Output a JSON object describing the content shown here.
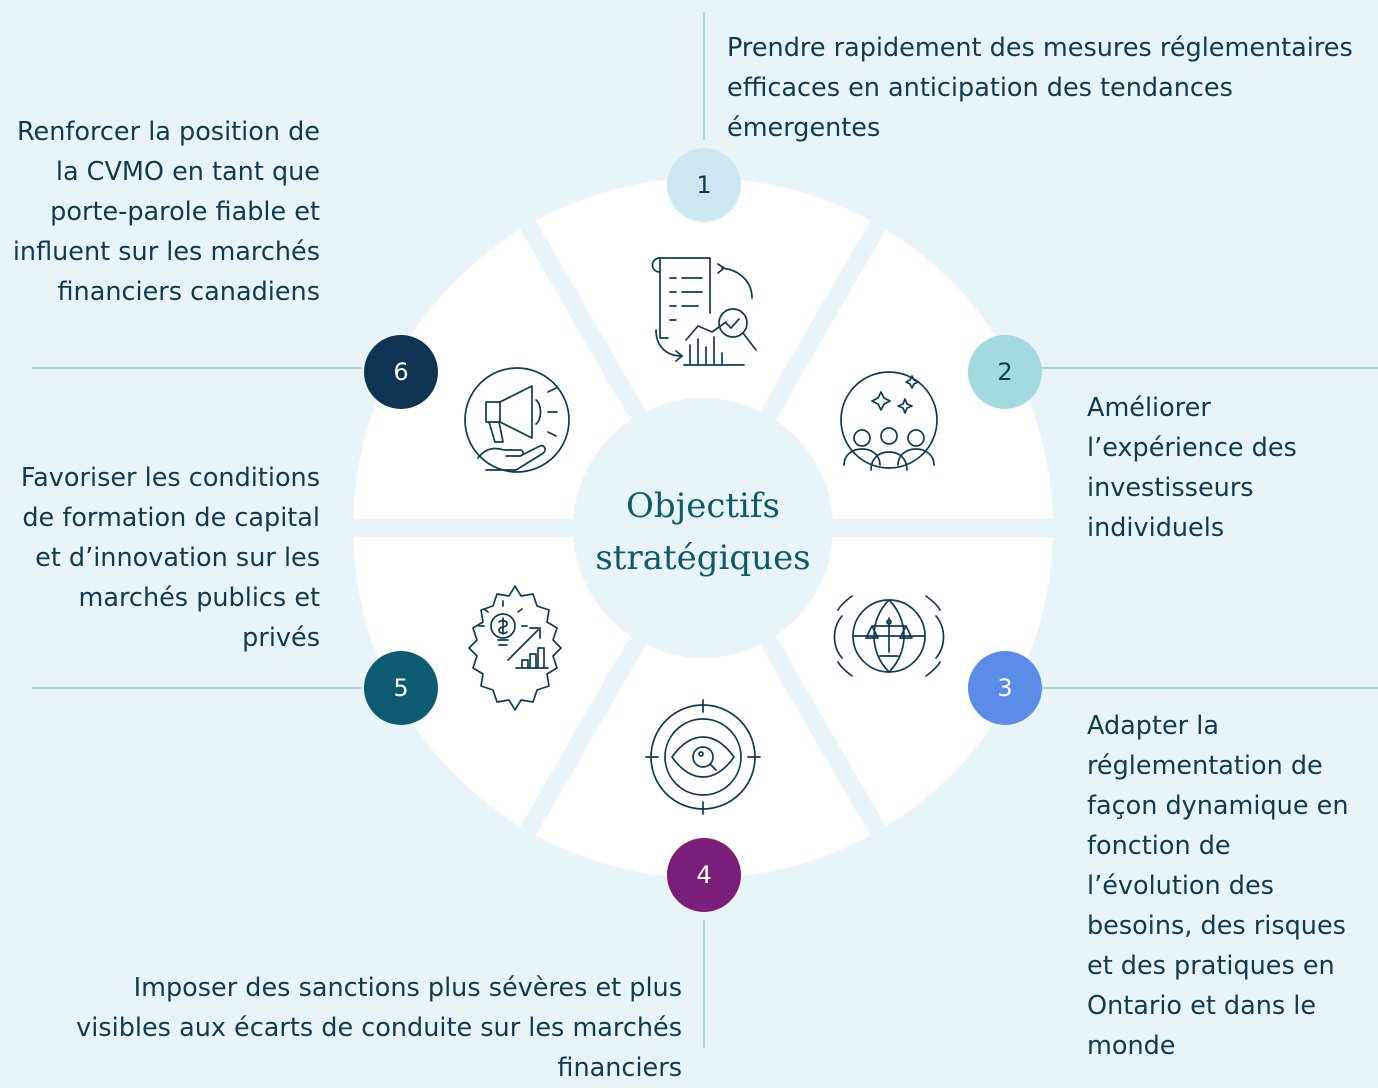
{
  "center": {
    "line1": "Objectifs",
    "line2": "stratégiques"
  },
  "objectives": [
    {
      "number": "1",
      "color": "#cce7f1",
      "text_color": "#0f3b52",
      "icon": "document-analysis-icon",
      "text": "Prendre rapidement des mesures réglementaires efficaces en anticipation des tendances émergentes"
    },
    {
      "number": "2",
      "color": "#a3dade",
      "text_color": "#0f3b52",
      "icon": "investors-group-icon",
      "text": "Améliorer l’expérience des investisseurs individuels"
    },
    {
      "number": "3",
      "color": "#5b8de8",
      "text_color": "#ffffff",
      "icon": "globe-scales-icon",
      "text": "Adapter la réglementation de façon dynamique en fonction de l’évolution des besoins, des risques et des pratiques en Ontario et dans le monde"
    },
    {
      "number": "4",
      "color": "#7b1e7a",
      "text_color": "#ffffff",
      "icon": "eye-target-icon",
      "text": "Imposer des sanctions plus sévères et plus visibles aux écarts de conduite sur les marchés financiers"
    },
    {
      "number": "5",
      "color": "#0d5a73",
      "text_color": "#ffffff",
      "icon": "gear-lightbulb-growth-icon",
      "text": "Favoriser les conditions de formation de capital et d’innovation sur les marchés publics et privés"
    },
    {
      "number": "6",
      "color": "#0f3352",
      "text_color": "#ffffff",
      "icon": "megaphone-hand-icon",
      "text": "Renforcer la position de la CVMO en tant que porte-parole fiable et influent sur les marchés financiers canadiens"
    }
  ]
}
